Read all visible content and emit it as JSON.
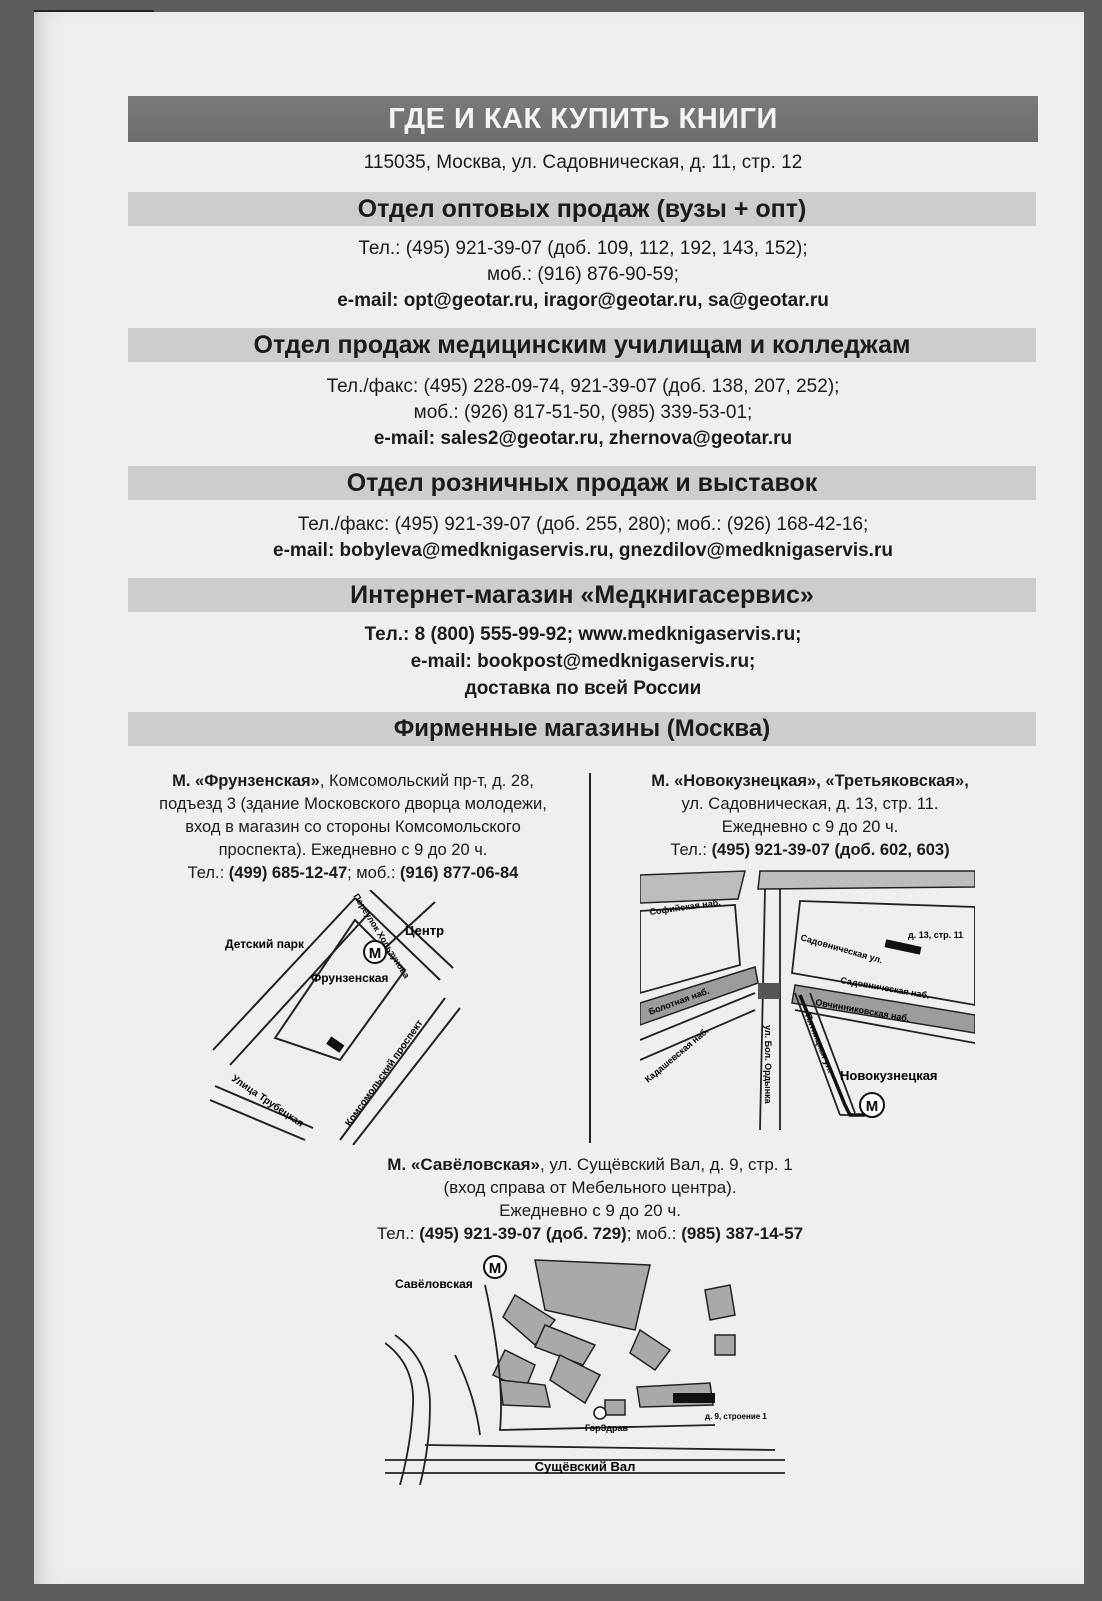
{
  "title": "ГДЕ И КАК КУПИТЬ КНИГИ",
  "address": "115035, Москва, ул. Садовническая, д. 11, стр. 12",
  "sections": [
    {
      "heading": "Отдел оптовых продаж (вузы + опт)",
      "lines": [
        "Тел.: (495) 921-39-07 (доб. 109, 112, 192, 143, 152);",
        "моб.: (916) 876-90-59;"
      ],
      "email": "e-mail: opt@geotar.ru, iragor@geotar.ru, sa@geotar.ru"
    },
    {
      "heading": "Отдел продаж медицинским училищам и колледжам",
      "lines": [
        "Тел./факс: (495) 228-09-74, 921-39-07 (доб. 138, 207, 252);",
        "моб.: (926) 817-51-50, (985) 339-53-01;"
      ],
      "email": "e-mail: sales2@geotar.ru, zhernova@geotar.ru"
    },
    {
      "heading": "Отдел розничных продаж и выставок",
      "lines": [
        "Тел./факс: (495) 921-39-07 (доб. 255, 280); моб.: (926) 168-42-16;"
      ],
      "email": "e-mail: bobyleva@medknigaservis.ru, gnezdilov@medknigaservis.ru"
    },
    {
      "heading": "Интернет-магазин «Медкнигасервис»",
      "lines": [
        "Тел.: 8 (800) 555-99-92; www.medknigaservis.ru;",
        "e-mail: bookpost@medknigaservis.ru;",
        "доставка по всей России"
      ]
    },
    {
      "heading": "Фирменные магазины (Москва)"
    }
  ],
  "stores": {
    "frunzenskaya": {
      "station": "М. «Фрунзенская»",
      "address": ", Комсомольский пр-т, д. 28,",
      "lines": [
        "подъезд 3 (здание Московского дворца молодежи,",
        "вход в магазин со стороны Комсомольского",
        "проспекта). Ежедневно с 9 до 20 ч."
      ],
      "tel_label": "Тел.: ",
      "tel": "(499) 685-12-47",
      "mob_label": "; моб.: ",
      "mob": "(916) 877-06-84",
      "map": {
        "park": "Детский парк",
        "center": "Центр",
        "metro": "Фрунзенская",
        "street1": "Пеpеулок Хользунова",
        "street2": "Комсомольский проспект",
        "street3": "Улица Трубецкая",
        "m": "М"
      }
    },
    "novokuznetskaya": {
      "station": "М. «Новокузнецкая», «Третьяковская»,",
      "lines": [
        "ул. Садовническая, д. 13, стр. 11.",
        "Ежедневно с 9 до 20 ч."
      ],
      "tel_label": "Тел.: ",
      "tel": "(495) 921-39-07  (доб. 602, 603)",
      "map": {
        "sofiyskaya": "Софийская наб.",
        "sadovnicheskaya_st": "Садовническая ул.",
        "house": "д. 13, стр. 11",
        "sadovnicheskaya_nab": "Садовническая наб.",
        "ovchinnikovskaya": "Овчинниковская наб.",
        "bolotnaya": "Болотная наб.",
        "kadashevskaya": "Кадашевская наб.",
        "ordynka": "ул. Бол. Ордынка",
        "pyatnitskaya": "Пятницкая ул.",
        "metro": "Новокузнецкая",
        "m": "М"
      }
    },
    "savelovskaya": {
      "station": "М. «Савёловская»",
      "address": ", ул. Сущёвский Вал, д. 9, стр. 1",
      "lines": [
        "(вход справа от Мебельного центра).",
        "Ежедневно с 9 до 20 ч."
      ],
      "tel_label": "Тел.: ",
      "tel": "(495) 921-39-07 (доб. 729)",
      "mob_label": "; моб.: ",
      "mob": "(985) 387-14-57",
      "map": {
        "metro": "Савёловская",
        "gorzdrav": "ГорЗдрав",
        "house": "д. 9, строение 1",
        "street": "Сущёвский Вал",
        "m": "М"
      }
    }
  }
}
